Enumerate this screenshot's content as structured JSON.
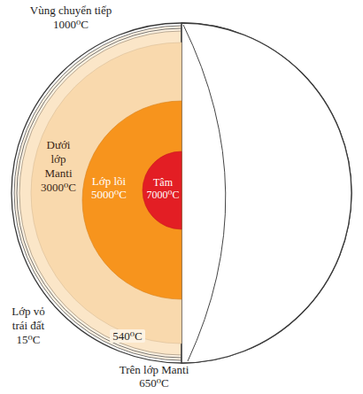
{
  "diagram": {
    "nodes": [
      {
        "text": [
          "Dưới lớp Manti 3000⁰C"
        ]
      },
      {
        "text": [
          "Lớp lõi 5000⁰C"
        ],
        "in": 0
      },
      {
        "text": [
          "Tâm 7000⁰C"
        ],
        "in": 1
      }
    ],
    "labels": [
      "Vùng chuyển tiếp 1000⁰C",
      "Lớp vỏ trái đất 15⁰C",
      "540⁰C",
      "Trên lớp Manti 650⁰C"
    ]
  }
}
